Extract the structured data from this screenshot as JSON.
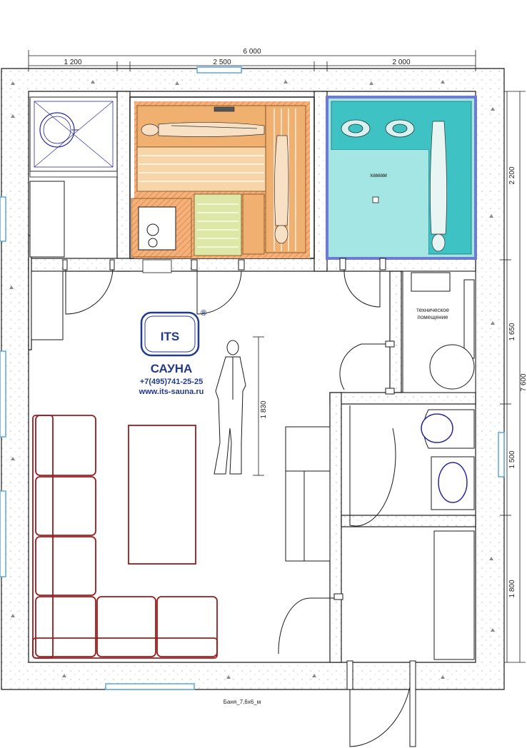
{
  "dimensions": {
    "top_total": "6 000",
    "top_left": "1 200",
    "top_middle": "2 500",
    "top_right": "2 000",
    "right_total": "7 600",
    "right_1": "2 200",
    "right_2": "1 650",
    "right_3": "1 500",
    "right_4": "1 800",
    "person_height": "1 830"
  },
  "rooms": {
    "hammam": "хамам",
    "technical_line1": "техническое",
    "technical_line2": "помещение"
  },
  "logo": {
    "mark": "ITS",
    "registered": "®",
    "title": "САУНА",
    "phone": "+7(495)741-25-25",
    "website": "www.its-sauna.ru"
  },
  "caption": "Баня_7,6х6_м",
  "colors": {
    "wall": "#1a1a1a",
    "sauna_wood": "#f0b070",
    "sauna_bench": "#f7d5a8",
    "hammam_water": "#3fc2c4",
    "hammam_floor": "#a4e6e4",
    "hammam_border": "#6f7bd0",
    "sofa": "#9a1c1c",
    "window": "#5aa7e0",
    "logo": "#233a8a"
  }
}
